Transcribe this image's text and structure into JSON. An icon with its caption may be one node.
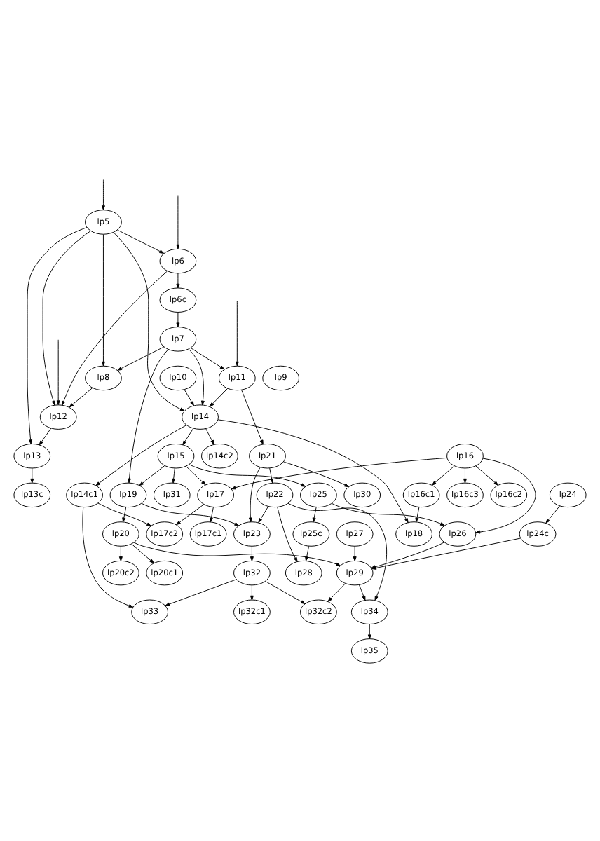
{
  "diagram": {
    "nodes": [
      {
        "text": [
          "lp5"
        ]
      },
      {
        "text": [
          "lp6"
        ]
      },
      {
        "text": [
          "lp6c"
        ]
      },
      {
        "text": [
          "lp7"
        ]
      },
      {
        "text": [
          "lp8"
        ]
      },
      {
        "text": [
          "lp9"
        ]
      },
      {
        "text": [
          "lp10"
        ]
      },
      {
        "text": [
          "lp11"
        ]
      },
      {
        "text": [
          "lp12"
        ]
      },
      {
        "text": [
          "lp13c"
        ]
      },
      {
        "text": [
          "lp13"
        ]
      },
      {
        "text": [
          "lp14c2"
        ]
      },
      {
        "text": [
          "lp14"
        ]
      },
      {
        "text": [
          "lp14c1"
        ]
      },
      {
        "text": [
          "lp15"
        ]
      },
      {
        "text": [
          "lp16c1"
        ]
      },
      {
        "text": [
          "lp16c2"
        ]
      },
      {
        "text": [
          "lp16c3"
        ]
      },
      {
        "text": [
          "lp16"
        ]
      },
      {
        "text": [
          "lp17"
        ]
      },
      {
        "text": [
          "lp17c1"
        ]
      },
      {
        "text": [
          "lp18"
        ]
      },
      {
        "text": [
          "lp19"
        ]
      },
      {
        "text": [
          "lp20"
        ]
      },
      {
        "text": [
          "lp20c1"
        ]
      },
      {
        "text": [
          "lp20c2"
        ]
      },
      {
        "text": [
          "lp17c2"
        ]
      },
      {
        "text": [
          "lp21"
        ]
      },
      {
        "text": [
          "lp22"
        ]
      },
      {
        "text": [
          "lp23"
        ]
      },
      {
        "text": [
          "lp24"
        ]
      },
      {
        "text": [
          "lp25"
        ]
      },
      {
        "text": [
          "lp26"
        ]
      },
      {
        "text": [
          "lp27"
        ]
      },
      {
        "text": [
          "lp28"
        ]
      },
      {
        "text": [
          "lp24c"
        ]
      },
      {
        "text": [
          "lp25c"
        ]
      },
      {
        "text": [
          "lp29"
        ]
      },
      {
        "text": [
          "lp30"
        ]
      },
      {
        "text": [
          "lp31"
        ]
      },
      {
        "text": [
          "lp32"
        ]
      },
      {
        "text": [
          "lp33"
        ]
      },
      {
        "text": [
          "lp34"
        ]
      },
      {
        "text": [
          "lp32c1"
        ]
      },
      {
        "text": [
          "lp32c2"
        ]
      },
      {
        "text": [
          "lp35"
        ]
      }
    ],
    "edges": [
      {
        "from": null,
        "to": 0,
        "arrow": "to"
      },
      {
        "from": null,
        "to": 1,
        "arrow": "to"
      },
      {
        "from": null,
        "to": 8,
        "arrow": "to"
      },
      {
        "from": null,
        "to": 7,
        "arrow": "to"
      },
      {
        "from": 0,
        "to": 1,
        "arrow": "to"
      },
      {
        "from": 1,
        "to": 2,
        "arrow": "to"
      },
      {
        "from": 2,
        "to": 3,
        "arrow": "to"
      },
      {
        "from": 3,
        "to": 4,
        "arrow": "to"
      },
      {
        "from": 0,
        "to": 4,
        "arrow": "to"
      },
      {
        "from": 0,
        "to": 8,
        "arrow": "to"
      },
      {
        "from": 0,
        "to": 10,
        "arrow": "to"
      },
      {
        "from": 1,
        "to": 8,
        "arrow": "to"
      },
      {
        "from": 4,
        "to": 8,
        "arrow": "to"
      },
      {
        "from": 10,
        "to": 9,
        "arrow": "to"
      },
      {
        "from": 8,
        "to": 10,
        "arrow": "to"
      },
      {
        "from": 3,
        "to": 7,
        "arrow": "to"
      },
      {
        "from": 3,
        "to": 12,
        "arrow": "to"
      },
      {
        "from": 0,
        "to": 12,
        "arrow": "to"
      },
      {
        "from": 6,
        "to": 12,
        "arrow": "to"
      },
      {
        "from": 7,
        "to": 12,
        "arrow": "to"
      },
      {
        "from": 12,
        "to": 11,
        "arrow": "to"
      },
      {
        "from": 12,
        "to": 13,
        "arrow": "to"
      },
      {
        "from": 12,
        "to": 14,
        "arrow": "to"
      },
      {
        "from": 7,
        "to": 27,
        "arrow": "to"
      },
      {
        "from": 3,
        "to": 22,
        "arrow": "to"
      },
      {
        "from": 18,
        "to": 15,
        "arrow": "to"
      },
      {
        "from": 18,
        "to": 16,
        "arrow": "to"
      },
      {
        "from": 18,
        "to": 17,
        "arrow": "to"
      },
      {
        "from": 15,
        "to": 21,
        "arrow": "to"
      },
      {
        "from": 18,
        "to": 19,
        "arrow": "to"
      },
      {
        "from": 19,
        "to": 20,
        "arrow": "to"
      },
      {
        "from": 19,
        "to": 26,
        "arrow": "to"
      },
      {
        "from": 14,
        "to": 22,
        "arrow": "to"
      },
      {
        "from": 14,
        "to": 19,
        "arrow": "to"
      },
      {
        "from": 12,
        "to": 21,
        "arrow": "to"
      },
      {
        "from": 22,
        "to": 23,
        "arrow": "to"
      },
      {
        "from": 23,
        "to": 24,
        "arrow": "to"
      },
      {
        "from": 23,
        "to": 25,
        "arrow": "to"
      },
      {
        "from": 13,
        "to": 26,
        "arrow": "to"
      },
      {
        "from": 27,
        "to": 28,
        "arrow": "to"
      },
      {
        "from": 28,
        "to": 29,
        "arrow": "to"
      },
      {
        "from": 27,
        "to": 29,
        "arrow": "to"
      },
      {
        "from": 22,
        "to": 29,
        "arrow": "to"
      },
      {
        "from": 14,
        "to": 31,
        "arrow": "to"
      },
      {
        "from": 30,
        "to": 35,
        "arrow": "to"
      },
      {
        "from": 31,
        "to": 36,
        "arrow": "to"
      },
      {
        "from": 31,
        "to": 32,
        "arrow": "to"
      },
      {
        "from": 18,
        "to": 32,
        "arrow": "to"
      },
      {
        "from": 32,
        "to": 37,
        "arrow": "to"
      },
      {
        "from": 33,
        "to": 37,
        "arrow": "to"
      },
      {
        "from": 36,
        "to": 34,
        "arrow": "to"
      },
      {
        "from": 28,
        "to": 34,
        "arrow": "to"
      },
      {
        "from": 35,
        "to": 37,
        "arrow": "to"
      },
      {
        "from": 23,
        "to": 37,
        "arrow": "to"
      },
      {
        "from": 29,
        "to": 40,
        "arrow": "to"
      },
      {
        "from": 40,
        "to": 43,
        "arrow": "to"
      },
      {
        "from": 40,
        "to": 44,
        "arrow": "to"
      },
      {
        "from": 37,
        "to": 44,
        "arrow": "to"
      },
      {
        "from": 40,
        "to": 41,
        "arrow": "to"
      },
      {
        "from": 13,
        "to": 41,
        "arrow": "to"
      },
      {
        "from": 28,
        "to": 42,
        "arrow": "to"
      },
      {
        "from": 37,
        "to": 42,
        "arrow": "to"
      },
      {
        "from": 42,
        "to": 45,
        "arrow": "to"
      },
      {
        "from": 27,
        "to": 38,
        "arrow": "to"
      },
      {
        "from": 14,
        "to": 39,
        "arrow": "to"
      }
    ]
  }
}
